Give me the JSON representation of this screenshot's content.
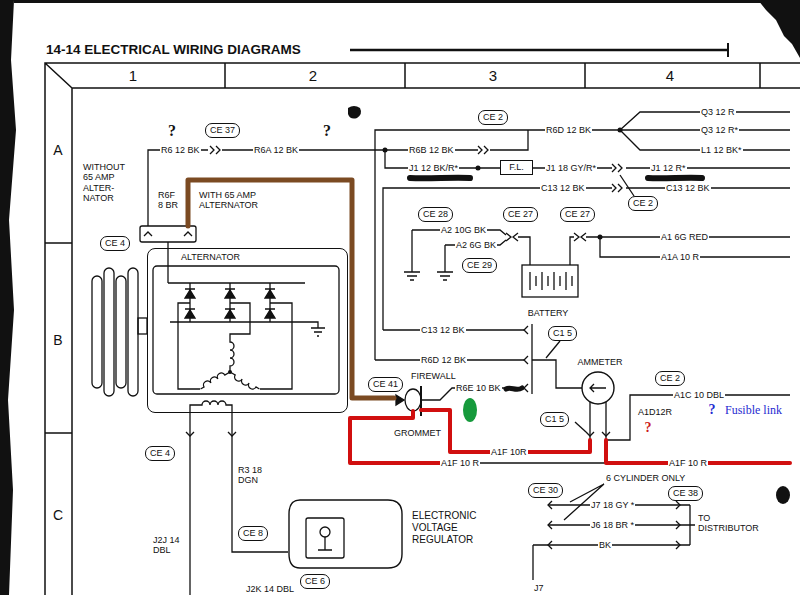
{
  "diagram": {
    "title": "14-14 ELECTRICAL WIRING DIAGRAMS",
    "nodes": [
      {
        "text": [
          "CE 37"
        ]
      },
      {
        "text": [
          "CE 2"
        ]
      },
      {
        "text": [
          "F.L."
        ]
      },
      {
        "text": [
          "CE 2"
        ]
      },
      {
        "text": [
          "CE 28"
        ]
      },
      {
        "text": [
          "CE 27"
        ]
      },
      {
        "text": [
          "CE 27"
        ]
      },
      {
        "text": [
          "CE 4"
        ]
      },
      {
        "text": [
          "ALTERNATOR"
        ]
      },
      {
        "text": [
          "CE 29"
        ]
      },
      {
        "text": [
          "C1 5"
        ]
      },
      {
        "text": [
          "AMMETER"
        ]
      },
      {
        "text": [
          "CE 2"
        ]
      },
      {
        "text": [
          "CE 41"
        ]
      },
      {
        "text": [
          "C1 5"
        ]
      },
      {
        "text": [
          "CE 4"
        ]
      },
      {
        "text": [
          "CE 30"
        ]
      },
      {
        "text": [
          "CE 38"
        ]
      },
      {
        "text": [
          "ELECTRONIC VOLTAGE REGULATOR"
        ]
      },
      {
        "text": [
          "CE 8"
        ]
      },
      {
        "text": [
          "CE 6"
        ]
      }
    ],
    "edges": [
      {
        "from": 8,
        "to": 18,
        "label": "R3 18 DGN",
        "arrow": "none"
      }
    ],
    "labels": [
      "1",
      "2",
      "3",
      "4",
      "A",
      "B",
      "C",
      "?",
      "R6 12 BK",
      "R6A 12 BK",
      "?",
      "Q3 12 R",
      "R6D 12 BK",
      "Q3 12 R*",
      "R6B 12 BK",
      "L1 12 BK*",
      "J1 12 BK/R*",
      "J1 18 GY/R*",
      "J1 12 R*",
      "WITHOUT 65 AMP ALTER- NATOR",
      "C13 12 BK",
      "C13 12 BK",
      "R6F 8 BR",
      "WITH 65 AMP ALTERNATOR",
      "A2 10G BK",
      "A1 6G RED",
      "A2 6G BK",
      "A1A 10 R",
      "BATTERY",
      "C13 12 BK",
      "R6D 12 BK",
      "FIREWALL",
      "R6E 10 BK",
      "A1C 10 DBL",
      "?",
      "Fusible link",
      "A1D12R",
      "?",
      "GROMMET",
      "A1F 10R",
      "A1F 10 R",
      "A1F 10 R",
      "6 CYLINDER ONLY",
      "J7 18 GY *",
      "J6 18 BR *",
      "BK",
      "TO DISTRIBUTOR",
      "J2J 14 DBL",
      "J7",
      "J2K 14 DBL"
    ]
  }
}
